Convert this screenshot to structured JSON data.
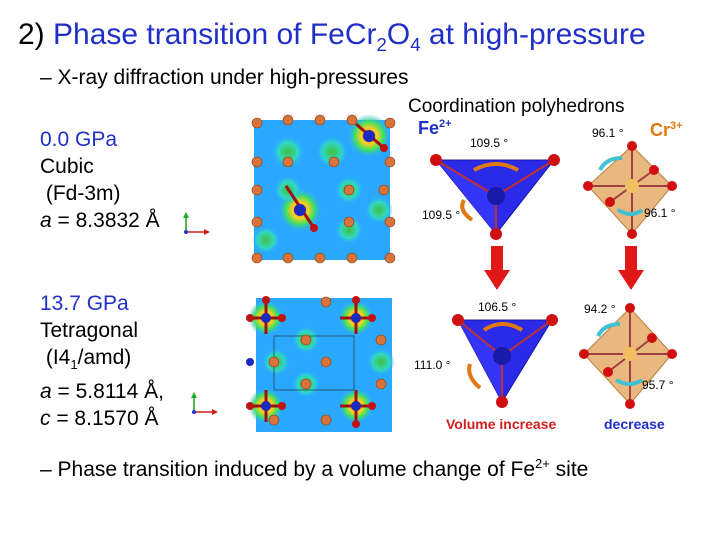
{
  "title": {
    "number": "2)",
    "text_pre": "Phase transition of FeCr",
    "sub1": "2",
    "text_mid": "O",
    "sub2": "4",
    "text_post": " at high-pressure"
  },
  "bullet1": "X-ray diffraction under high-pressures",
  "bullet_dash": "–",
  "cubic": {
    "pressure": "0.0 GPa",
    "phase": "Cubic",
    "space_group": "(Fd-3m)",
    "a_label": "a",
    "a_value": " = 8.3832 Å"
  },
  "tetragonal": {
    "pressure": "13.7 GPa",
    "phase": "Tetragonal",
    "sg_pre": "(I4",
    "sg_sub": "1",
    "sg_post": "/amd)",
    "a_label": "a",
    "a_value": " = 5.8114 Å,",
    "c_label": "c",
    "c_value": " = 8.1570 Å"
  },
  "polyhedra": {
    "heading": "Coordination polyhedrons",
    "fe": "Fe",
    "fe_sup": "2+",
    "cr": "Cr",
    "cr_sup": "3+",
    "angles_top": {
      "fe_top": "109.5 °",
      "fe_left": "109.5 °",
      "cr_top": "96.1 °",
      "cr_right": "96.1 °"
    },
    "angles_bottom": {
      "fe_top": "106.5 °",
      "fe_left": "111.0 °",
      "cr_top": "94.2 °",
      "cr_right": "95.7 °"
    },
    "volume_increase": "Volume increase",
    "decrease": "decrease"
  },
  "bullet2": {
    "pre": "Phase transition induced by a volume change of Fe",
    "sup": "2+",
    "post": " site"
  },
  "colors": {
    "title_blue": "#1f2fc8",
    "cr_orange": "#e07a10",
    "volume_red": "#d02020",
    "tetra_fill": "#3030e0",
    "octa_fill": "#e8b880"
  }
}
